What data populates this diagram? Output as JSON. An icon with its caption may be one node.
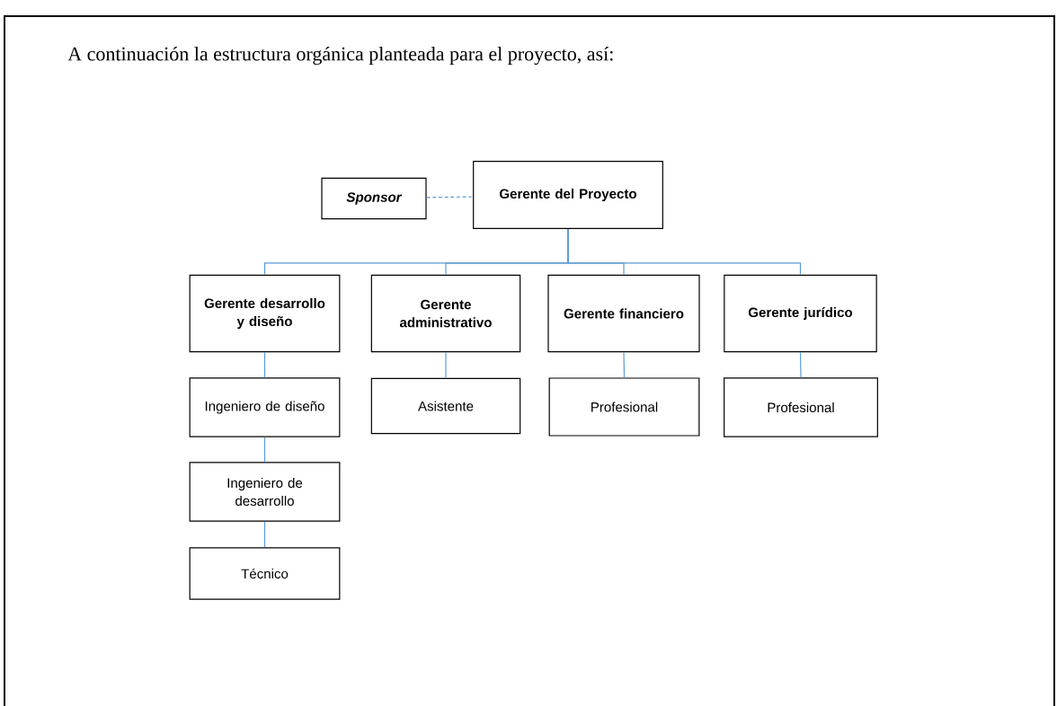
{
  "diagram": {
    "nodes": [
      {
        "text": [
          "Sponsor"
        ]
      },
      {
        "text": [
          "Gerente del Proyecto"
        ]
      },
      {
        "text": [
          "Gerente desarrollo y diseño"
        ]
      },
      {
        "text": [
          "Gerente administrativo"
        ]
      },
      {
        "text": [
          "Gerente financiero"
        ]
      },
      {
        "text": [
          "Gerente jurídico"
        ]
      },
      {
        "text": [
          "Ingeniero de diseño"
        ]
      },
      {
        "text": [
          "Asistente"
        ]
      },
      {
        "text": [
          "Profesional"
        ]
      },
      {
        "text": [
          "Profesional"
        ]
      },
      {
        "text": [
          "Ingeniero de desarrollo"
        ]
      },
      {
        "text": [
          "Técnico"
        ]
      }
    ],
    "edges": [
      {
        "from": 0,
        "to": 1,
        "arrow": "none",
        "style": "dashed"
      },
      {
        "from": 1,
        "to": 2,
        "arrow": "none"
      },
      {
        "from": 1,
        "to": 3,
        "arrow": "none"
      },
      {
        "from": 1,
        "to": 4,
        "arrow": "none"
      },
      {
        "from": 1,
        "to": 5,
        "arrow": "none"
      },
      {
        "from": 2,
        "to": 6,
        "arrow": "none"
      },
      {
        "from": 6,
        "to": 10,
        "arrow": "none"
      },
      {
        "from": 10,
        "to": 11,
        "arrow": "none"
      },
      {
        "from": 3,
        "to": 7,
        "arrow": "none"
      },
      {
        "from": 4,
        "to": 8,
        "arrow": "none"
      },
      {
        "from": 5,
        "to": 9,
        "arrow": "none"
      }
    ],
    "labels": [
      "A continuación la estructura orgánica planteada para el proyecto, así:"
    ]
  }
}
